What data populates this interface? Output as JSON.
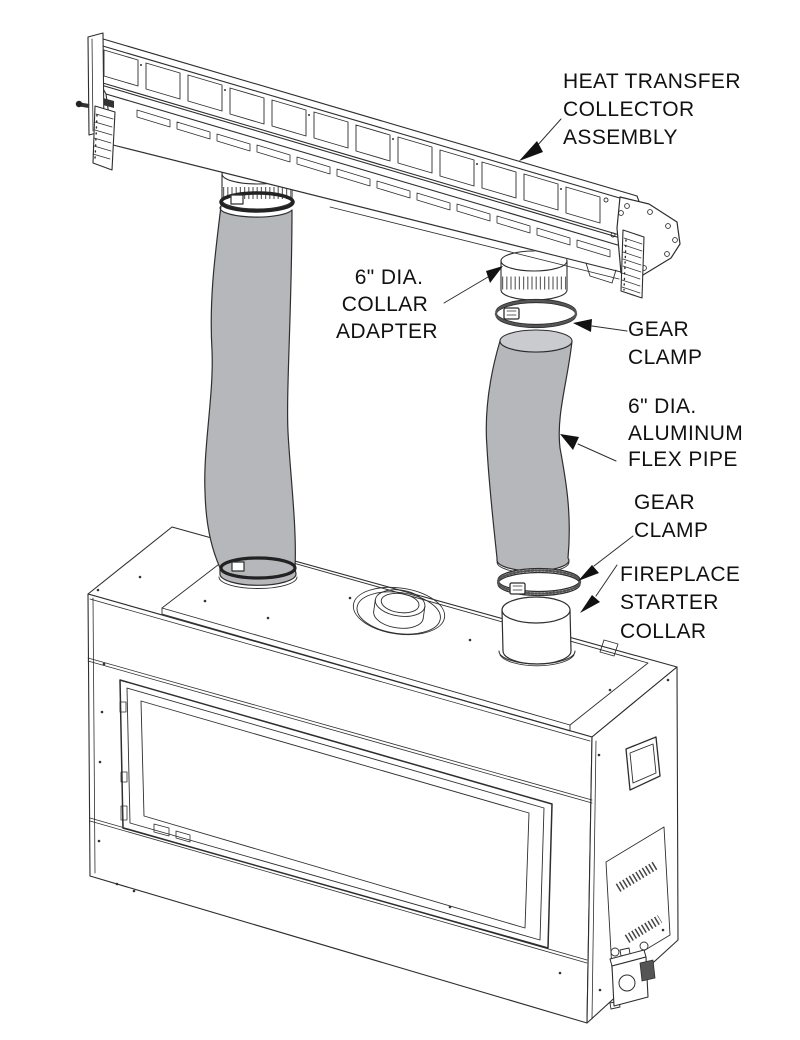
{
  "diagram": {
    "type": "exploded-technical-drawing",
    "colors": {
      "line": "#2e2e2e",
      "pipe_fill": "#b5b7ba",
      "pipe_top_fill": "#c9cbce",
      "text": "#111111",
      "background": "#ffffff"
    },
    "labels": {
      "heat_transfer_collector": [
        "HEAT TRANSFER",
        "COLLECTOR",
        "ASSEMBLY"
      ],
      "collar_adapter": [
        "6\" DIA.",
        "COLLAR",
        "ADAPTER"
      ],
      "gear_clamp_upper": [
        "GEAR",
        "CLAMP"
      ],
      "flex_pipe": [
        "6\" DIA.",
        "ALUMINUM",
        "FLEX PIPE"
      ],
      "gear_clamp_lower": [
        "GEAR",
        "CLAMP"
      ],
      "fireplace_starter_collar": [
        "FIREPLACE",
        "STARTER",
        "COLLAR"
      ]
    },
    "parts": [
      "heat-transfer-collector-assembly",
      "collar-adapter",
      "gear-clamp",
      "aluminum-flex-pipe",
      "gear-clamp",
      "fireplace-starter-collar",
      "fireplace-body",
      "glass-window",
      "flue-ring",
      "vent-panel",
      "junction-box"
    ]
  }
}
